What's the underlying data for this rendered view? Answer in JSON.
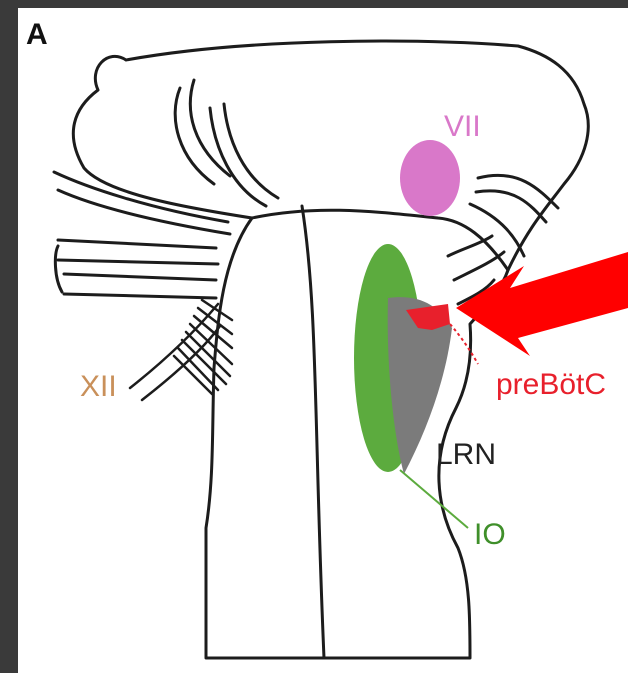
{
  "figure": {
    "panel_letter": "A",
    "labels": {
      "vii": "VII",
      "xii": "XII",
      "prebotc": "preBötC",
      "lrn": "LRN",
      "io": "IO"
    },
    "colors": {
      "outline": "#1c1c1c",
      "vii": "#d978c9",
      "xii": "#c9905a",
      "prebotc": "#e8202c",
      "lrn": "#7b7b7b",
      "io": "#5cab3e",
      "arrow": "#ff0000",
      "frame": "#3a3a3a"
    },
    "icons": {
      "arrow": "left-pointing-arrow-icon"
    }
  }
}
